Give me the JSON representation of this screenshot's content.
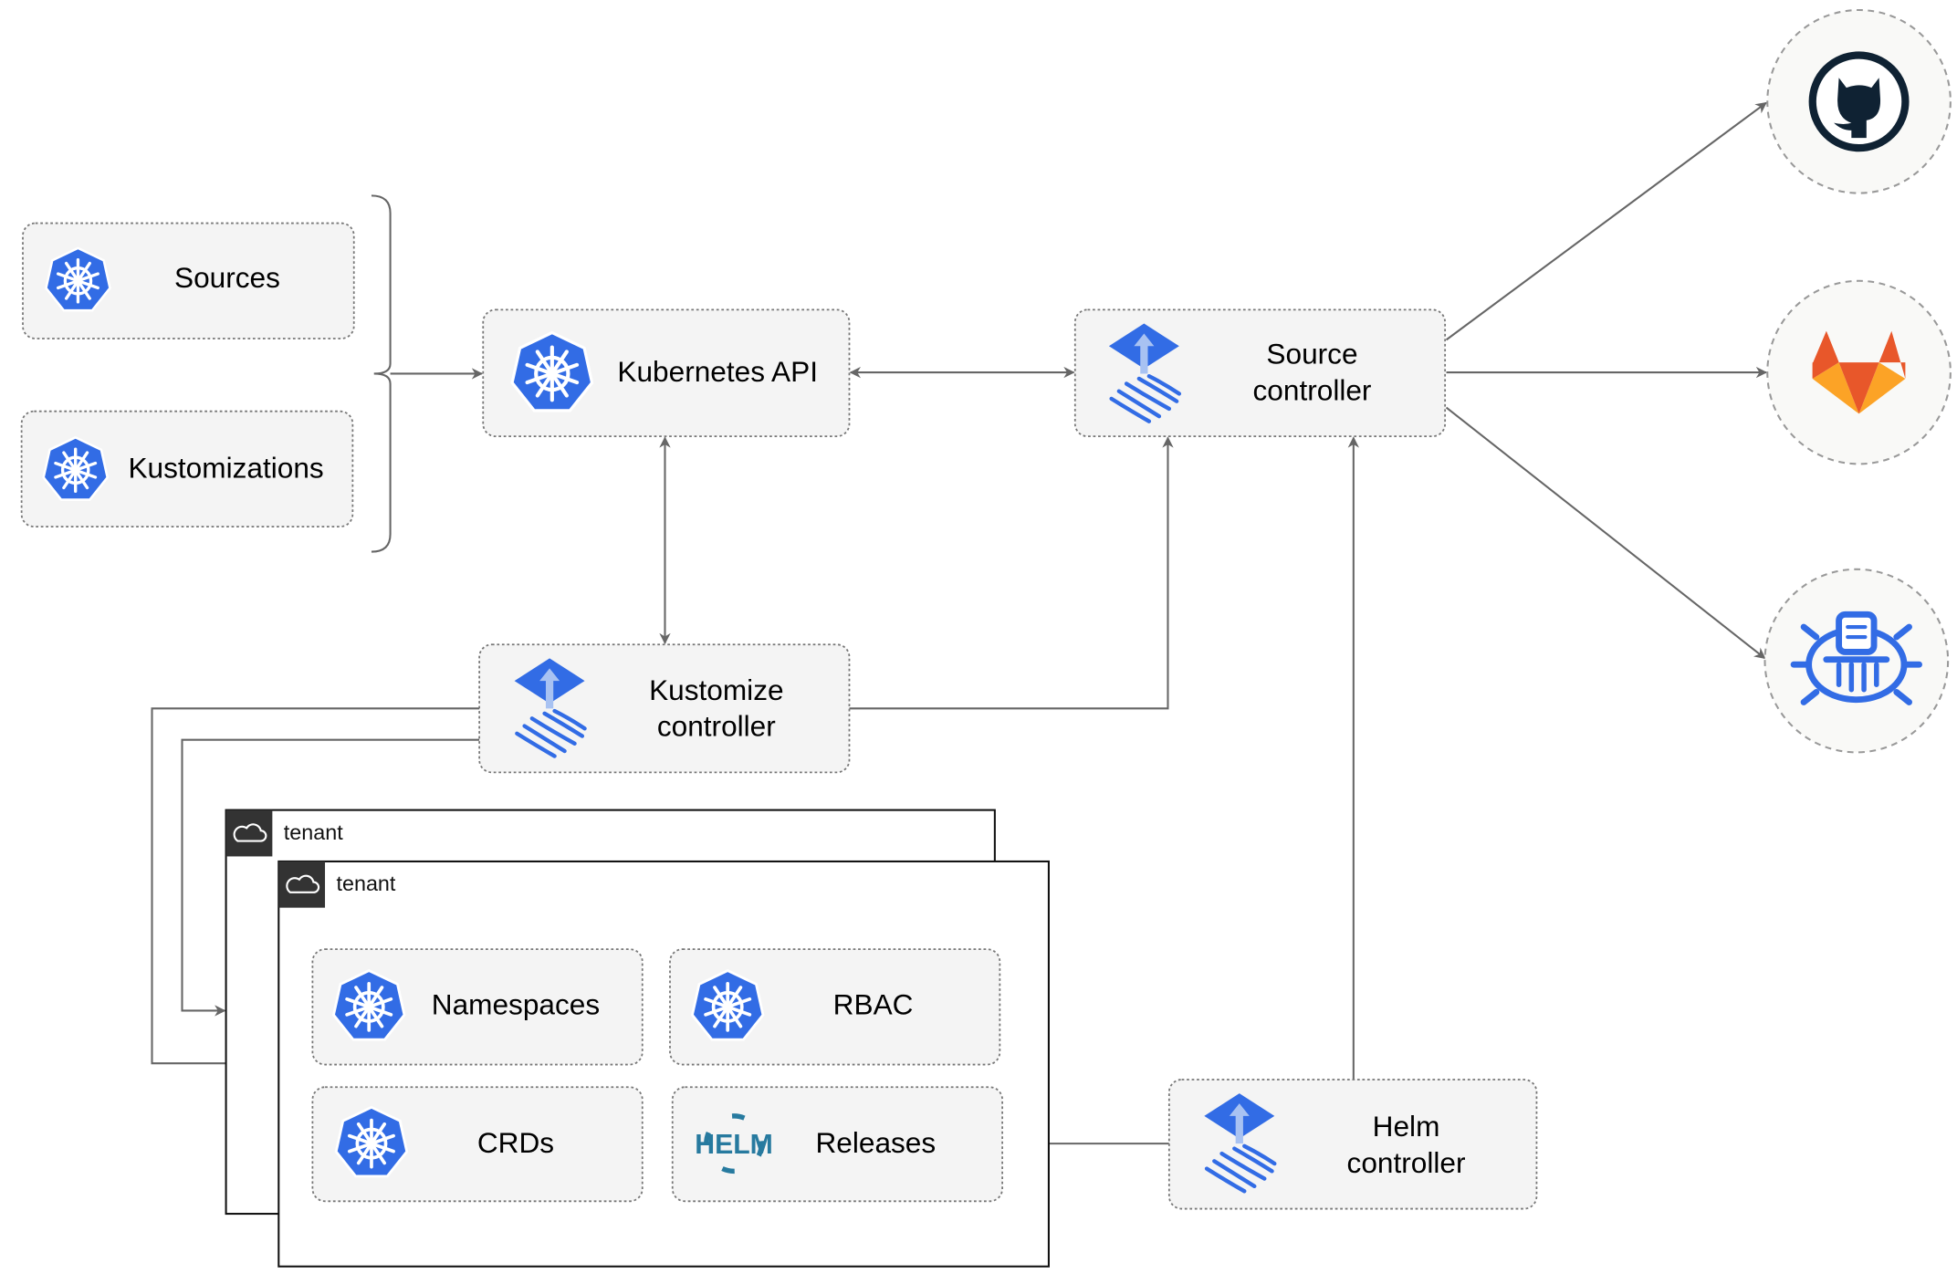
{
  "nodes": {
    "sources": {
      "label": "Sources",
      "icon": "kubernetes-icon"
    },
    "kustomizations": {
      "label": "Kustomizations",
      "icon": "kubernetes-icon"
    },
    "kubernetes_api": {
      "label": "Kubernetes API",
      "icon": "kubernetes-icon"
    },
    "source_controller": {
      "line1": "Source",
      "line2": "controller",
      "icon": "flux-icon"
    },
    "kustomize_controller": {
      "line1": "Kustomize",
      "line2": "controller",
      "icon": "flux-icon"
    },
    "helm_controller": {
      "line1": "Helm",
      "line2": "controller",
      "icon": "flux-icon"
    },
    "namespaces": {
      "label": "Namespaces",
      "icon": "kubernetes-icon"
    },
    "rbac": {
      "label": "RBAC",
      "icon": "kubernetes-icon"
    },
    "crds": {
      "label": "CRDs",
      "icon": "kubernetes-icon"
    },
    "releases": {
      "label": "Releases",
      "icon": "helm-icon",
      "icon_text": "HELM"
    }
  },
  "tenants": [
    {
      "label": "tenant",
      "icon": "cloud-icon"
    },
    {
      "label": "tenant",
      "icon": "cloud-icon"
    }
  ],
  "external_sources": [
    {
      "icon": "github-icon"
    },
    {
      "icon": "gitlab-icon"
    },
    {
      "icon": "bucket-icon"
    }
  ],
  "colors": {
    "kubernetes_blue": "#326ce5",
    "helm_blue": "#277a9f",
    "github_dark": "#0f2233",
    "gitlab_orange": "#e8572a",
    "gitlab_yellow": "#fca326",
    "edge": "#666666",
    "box_fill": "#f4f4f4"
  }
}
